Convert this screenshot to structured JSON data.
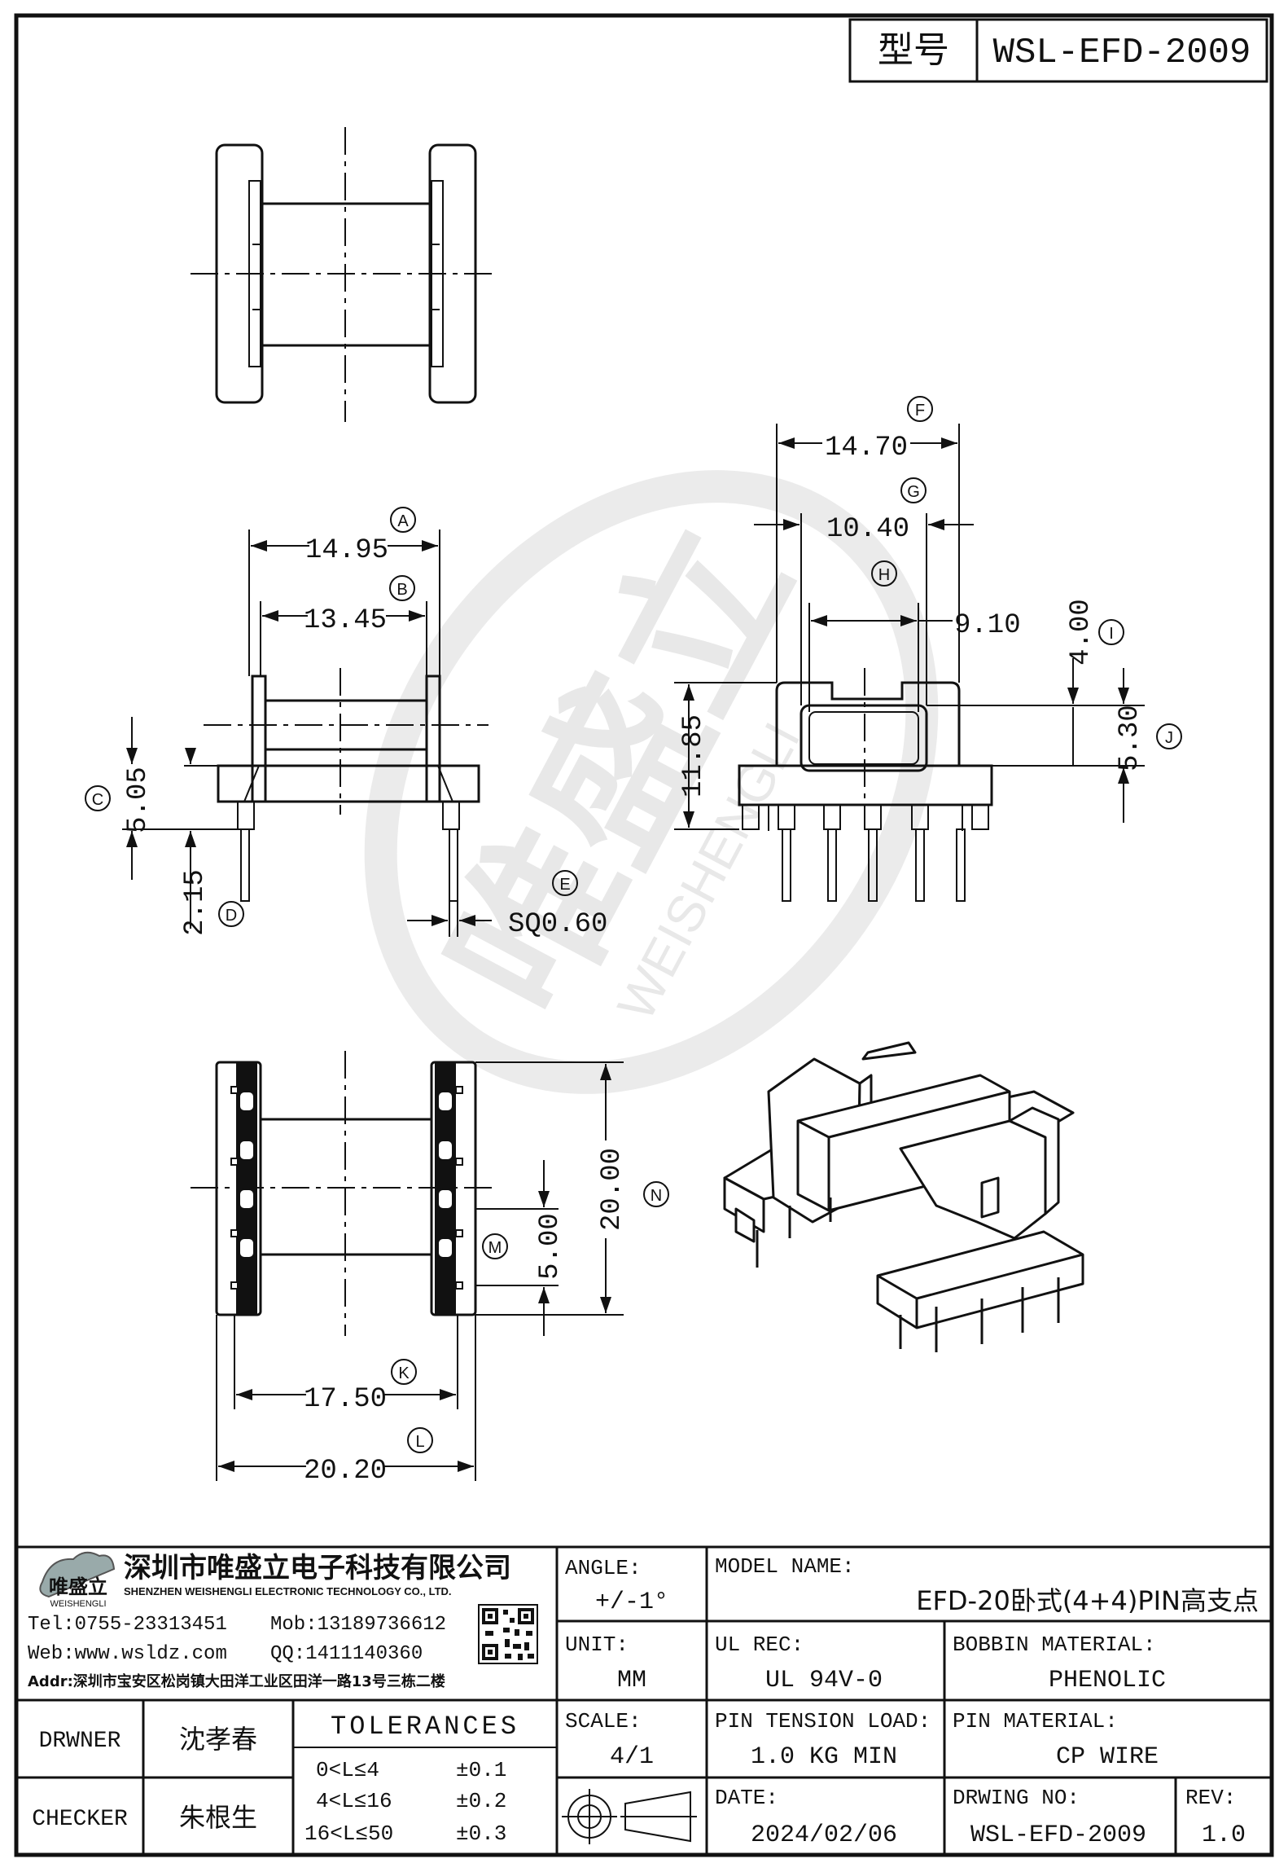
{
  "header": {
    "model_label": "型号",
    "model_value": "WSL-EFD-2009"
  },
  "watermark": {
    "brand_cn": "唯盛立",
    "brand_en": "WEISHENGLI"
  },
  "dimensions": {
    "A": {
      "letter": "A",
      "value": "14.95"
    },
    "B": {
      "letter": "B",
      "value": "13.45"
    },
    "C": {
      "letter": "C",
      "value": "5.05"
    },
    "D": {
      "letter": "D",
      "value": "2.15"
    },
    "E": {
      "letter": "E",
      "value": "SQ0.60"
    },
    "F": {
      "letter": "F",
      "value": "14.70"
    },
    "G": {
      "letter": "G",
      "value": "10.40"
    },
    "H": {
      "letter": "H",
      "value": "9.10"
    },
    "I": {
      "letter": "I",
      "value": "4.00"
    },
    "J": {
      "letter": "J",
      "value": "5.30"
    },
    "height": {
      "value": "11.85"
    },
    "K": {
      "letter": "K",
      "value": "17.50"
    },
    "L": {
      "letter": "L",
      "value": "20.20"
    },
    "M": {
      "letter": "M",
      "value": "5.00"
    },
    "N": {
      "letter": "N",
      "value": "20.00"
    }
  },
  "company": {
    "logo_text": "唯盛立",
    "logo_sub": "WEISHENGLI",
    "name_cn": "深圳市唯盛立电子科技有限公司",
    "name_en": "SHENZHEN WEISHENGLI ELECTRONIC TECHNOLOGY CO., LTD.",
    "tel": "Tel:0755-23313451",
    "mob": "Mob:13189736612",
    "web": "Web:www.wsldz.com",
    "qq": "QQ:1411140360",
    "addr": "Addr:深圳市宝安区松岗镇大田洋工业区田洋一路13号三栋二楼"
  },
  "title_block": {
    "drawer_label": "DRWNER",
    "drawer_name": "沈孝春",
    "checker_label": "CHECKER",
    "checker_name": "朱根生",
    "tolerances_label": "TOLERANCES",
    "tolerances": [
      {
        "range": "0<L≤4",
        "value": "±0.1"
      },
      {
        "range": "4<L≤16",
        "value": "±0.2"
      },
      {
        "range": "16<L≤50",
        "value": "±0.3"
      }
    ],
    "angle_label": "ANGLE:",
    "angle_value": "+/-1°",
    "unit_label": "UNIT:",
    "unit_value": "MM",
    "scale_label": "SCALE:",
    "scale_value": "4/1",
    "model_name_label": "MODEL NAME:",
    "model_name_value": "EFD-20卧式(4+4)PIN高支点",
    "ul_label": "UL REC:",
    "ul_value": "UL 94V-0",
    "bobbin_label": "BOBBIN MATERIAL:",
    "bobbin_value": "PHENOLIC",
    "pin_tension_label": "PIN TENSION LOAD:",
    "pin_tension_value": "1.0 KG MIN",
    "pin_material_label": "PIN MATERIAL:",
    "pin_material_value": "CP WIRE",
    "date_label": "DATE:",
    "date_value": "2024/02/06",
    "drawing_no_label": "DRWING NO:",
    "drawing_no_value": "WSL-EFD-2009",
    "rev_label": "REV:",
    "rev_value": "1.0"
  }
}
